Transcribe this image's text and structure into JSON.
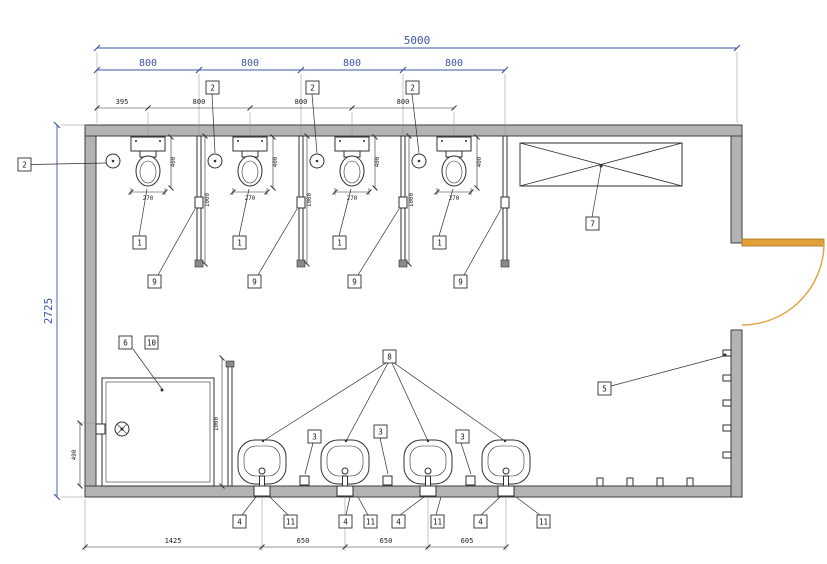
{
  "dims": {
    "overall_width": "5000",
    "overall_height": "2725",
    "stall_widths": [
      "800",
      "800",
      "800",
      "800"
    ],
    "centerline_dims": [
      "395",
      "800",
      "800",
      "800"
    ],
    "partition_depth": "1000",
    "basin_partition_depth": "1000",
    "toilet_width": "270",
    "toilet_depth": "400",
    "shower_offset": "490",
    "bottom_dims": [
      "1425",
      "650",
      "650",
      "605"
    ]
  },
  "callouts": {
    "n1": "1",
    "n2": "2",
    "n3": "3",
    "n4": "4",
    "n5": "5",
    "n6": "6",
    "n7": "7",
    "n8": "8",
    "n9": "9",
    "n10": "10",
    "n11": "11"
  },
  "colors": {
    "wall_gray": "#b3b3b3",
    "line_black": "#2f2f2f",
    "dimension_blue": "#3b55a5",
    "door_orange": "#e2a23b"
  }
}
